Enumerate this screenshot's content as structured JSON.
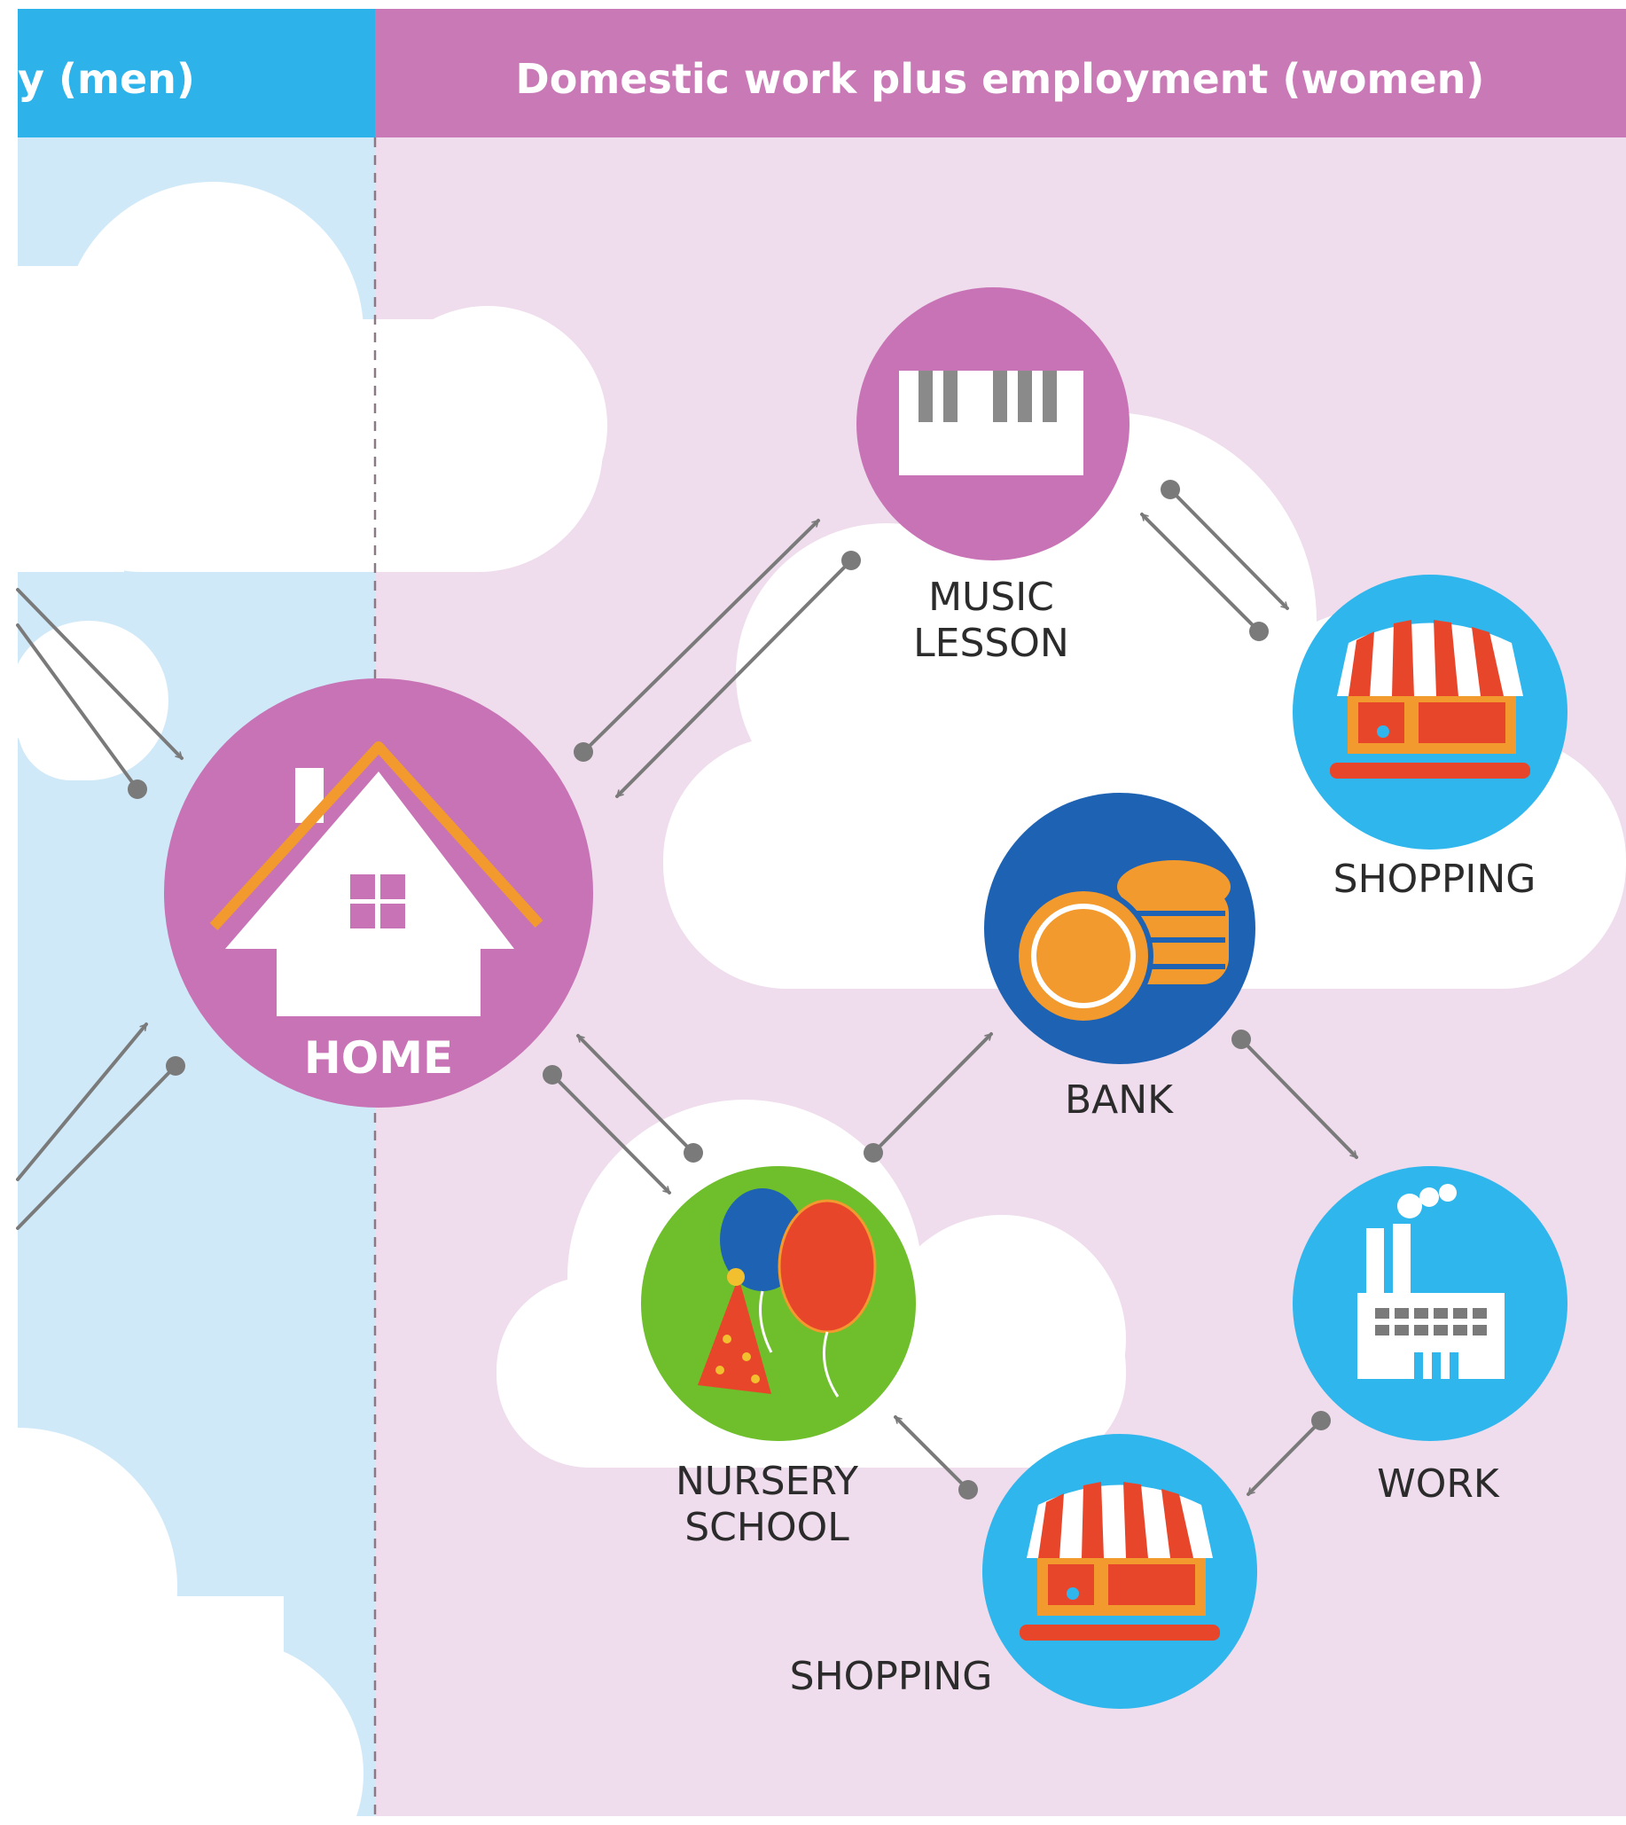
{
  "header": {
    "left_label": "y (men)",
    "right_label": "Domestic work plus employment (women)"
  },
  "nodes": {
    "home": {
      "label": "HOME",
      "color": "#c873b5",
      "icon": "house-icon"
    },
    "music_lesson": {
      "label_line1": "MUSIC",
      "label_line2": "LESSON",
      "color": "#c873b5",
      "icon": "piano-keys-icon"
    },
    "shopping_top": {
      "label": "SHOPPING",
      "color": "#2fb6ec",
      "icon": "shop-awning-icon"
    },
    "bank": {
      "label": "BANK",
      "color": "#1e63b3",
      "icon": "coins-icon"
    },
    "nursery_school": {
      "label_line1": "NURSERY",
      "label_line2": "SCHOOL",
      "color": "#6fbe2b",
      "icon": "party-balloons-icon"
    },
    "work": {
      "label": "WORK",
      "color": "#2fb6ec",
      "icon": "factory-icon"
    },
    "shopping_bottom": {
      "label": "SHOPPING",
      "color": "#2fb6ec",
      "icon": "shop-awning-icon"
    }
  },
  "colors": {
    "men_panel": "#cfe9f8",
    "men_header": "#2db3ea",
    "women_panel": "#efdcec",
    "women_header": "#c97ab6",
    "arrow": "#7a7a7a",
    "cloud": "#ffffff"
  }
}
